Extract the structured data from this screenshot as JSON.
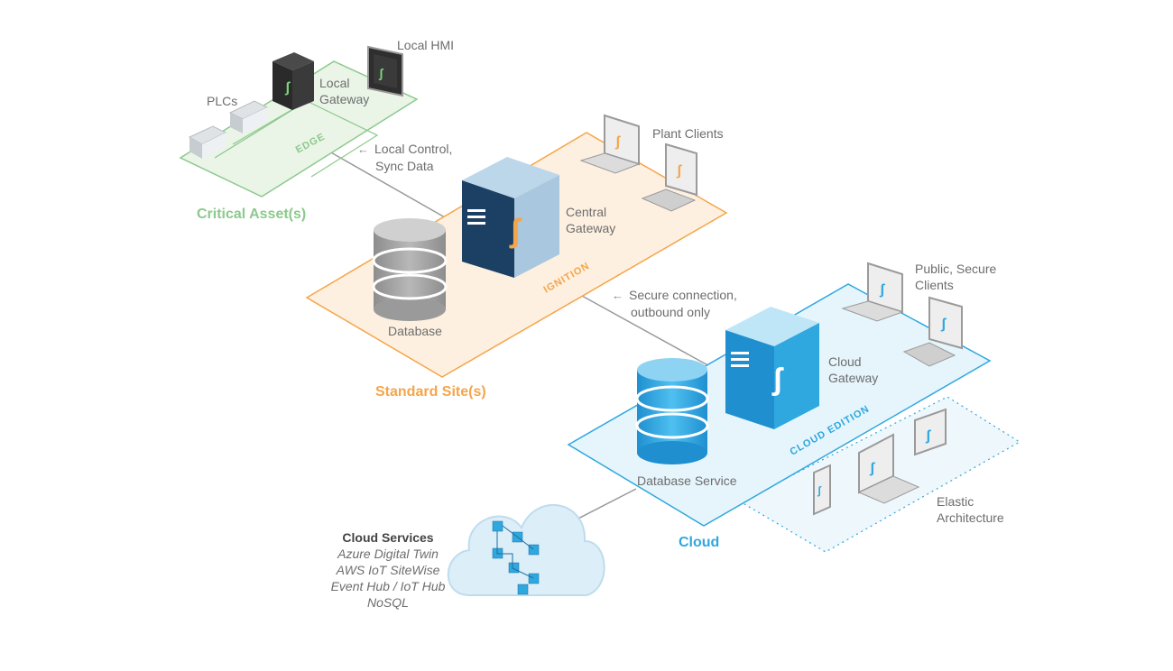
{
  "zones": {
    "edge": {
      "title": "Critical Asset(s)",
      "band": "EDGE",
      "color": "#8cc98c"
    },
    "ignition": {
      "title": "Standard Site(s)",
      "band": "IGNITION",
      "color": "#f5a54a"
    },
    "cloud": {
      "title": "Cloud",
      "band": "CLOUD EDITION",
      "color": "#2fa7df"
    }
  },
  "nodes": {
    "local_hmi": "Local HMI",
    "plcs": "PLCs",
    "local_gateway": [
      "Local",
      "Gateway"
    ],
    "plant_clients": "Plant Clients",
    "central_gateway": [
      "Central",
      "Gateway"
    ],
    "database": "Database",
    "public_clients": [
      "Public, Secure",
      "Clients"
    ],
    "cloud_gateway": [
      "Cloud",
      "Gateway"
    ],
    "database_service": "Database Service",
    "elastic": [
      "Elastic",
      "Architecture"
    ]
  },
  "connections": {
    "edge_link": [
      "Local Control,",
      "Sync Data"
    ],
    "cloud_link": [
      "Secure connection,",
      "outbound only"
    ]
  },
  "cloud_services": {
    "heading": "Cloud Services",
    "items": [
      "Azure Digital Twin",
      "AWS IoT SiteWise",
      "Event Hub / IoT Hub",
      "NoSQL"
    ]
  },
  "icons": [
    "server-icon",
    "database-icon",
    "laptop-icon",
    "monitor-icon",
    "tablet-icon",
    "cloud-icon",
    "plc-icon"
  ]
}
